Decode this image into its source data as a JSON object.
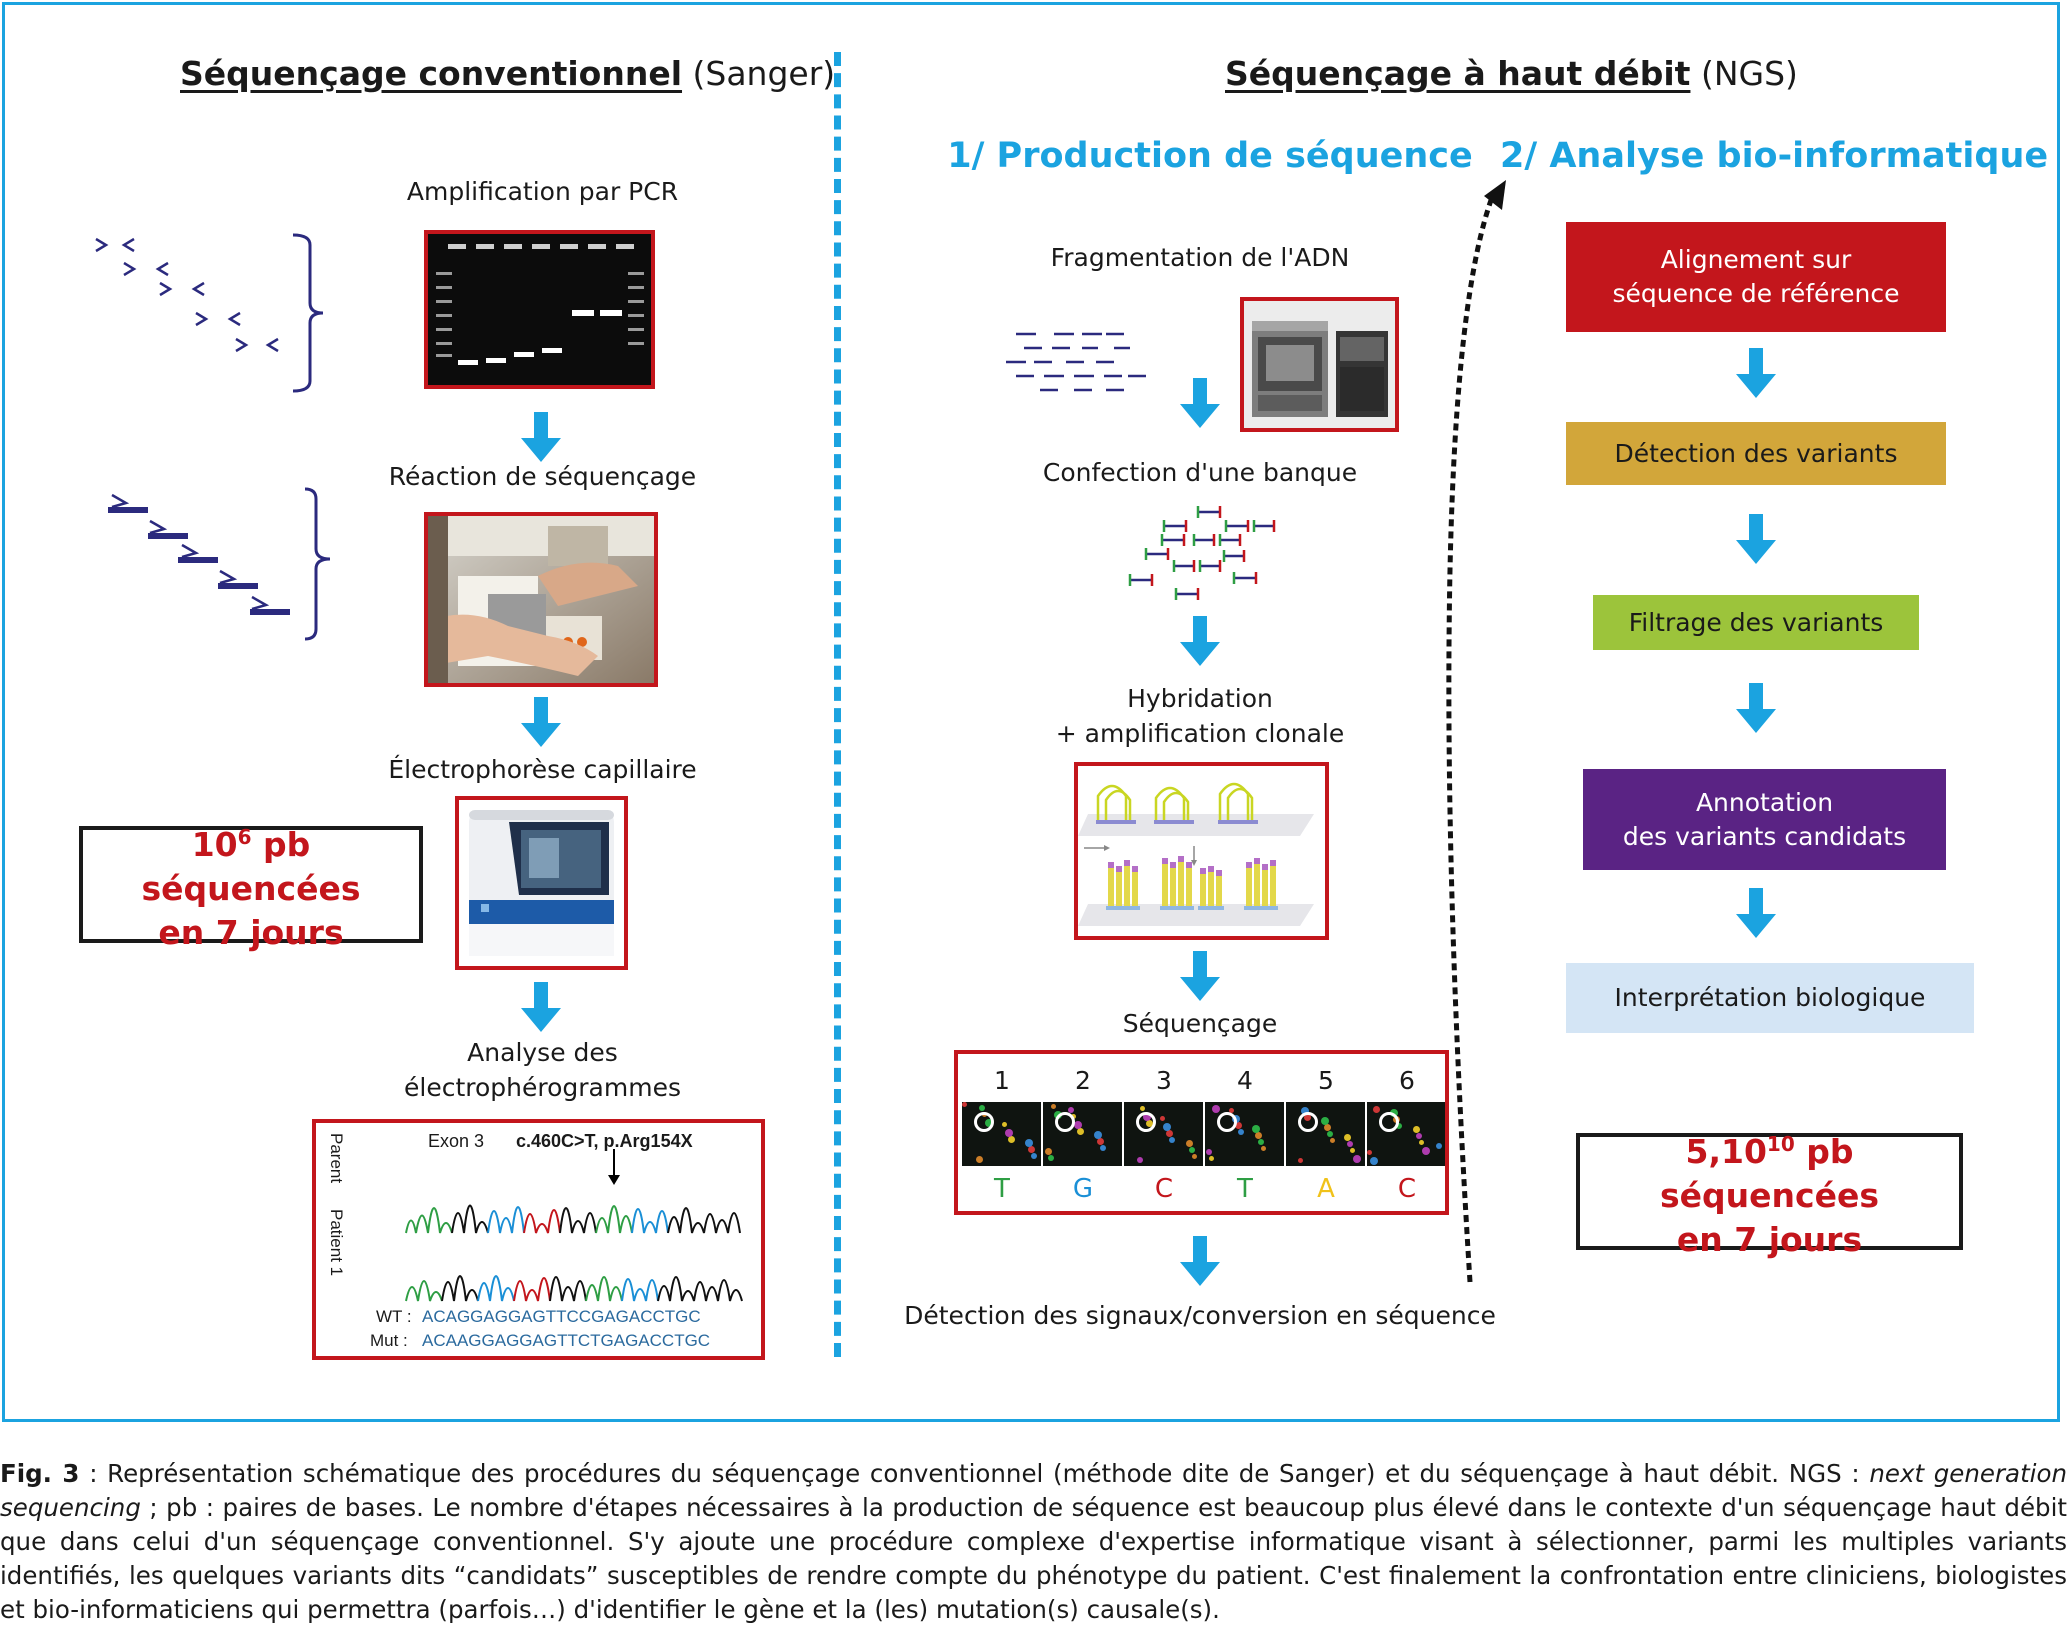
{
  "colors": {
    "accent_blue": "#1ba3e0",
    "accent_red": "#c3161c",
    "navy": "#2b2a7e",
    "step_red": "#c3161c",
    "step_gold": "#d2a63a",
    "step_green": "#9cc43b",
    "step_purple": "#5a2384",
    "step_lightblue": "#d4e5f5"
  },
  "sanger": {
    "title_bold": "Séquençage conventionnel",
    "title_rest": "(Sanger)",
    "pcr_label": "Amplification par PCR",
    "reaction_label": "Réaction de séquençage",
    "electro_label": "Électrophorèse capillaire",
    "analysis_label_1": "Analyse des",
    "analysis_label_2": "électrophérogrammes",
    "throughput": {
      "base": "10",
      "exp": "6",
      "unit": " pb séquencées",
      "line2": "en 7 jours"
    },
    "electropherogram": {
      "exon": "Exon 3",
      "mutation": "c.460C>T, p.Arg154X",
      "parent": "Parent",
      "patient": "Patient 1",
      "wt_label": "WT :",
      "wt_seq": "ACAGGAGGAGTTCCGAGACCTGC",
      "mut_label": "Mut :",
      "mut_seq": "ACAAGGAGGAGTTCTGAGACCTGC"
    }
  },
  "ngs": {
    "title_bold": "Séquençage à haut débit",
    "title_rest": "(NGS)",
    "production_title": "1/ Production de séquence",
    "frag_label": "Fragmentation de l'ADN",
    "library_label": "Confection d'une banque",
    "hybrid_label_1": "Hybridation",
    "hybrid_label_2": "+ amplification clonale",
    "seq_label": "Séquençage",
    "cycles": [
      "1",
      "2",
      "3",
      "4",
      "5",
      "6"
    ],
    "bases": [
      {
        "letter": "T",
        "color": "#2e9e44"
      },
      {
        "letter": "G",
        "color": "#1a8fd6"
      },
      {
        "letter": "C",
        "color": "#c3161c"
      },
      {
        "letter": "T",
        "color": "#2e9e44"
      },
      {
        "letter": "A",
        "color": "#f0c21a"
      },
      {
        "letter": "C",
        "color": "#c3161c"
      }
    ],
    "detection_label": "Détection des signaux/conversion en séquence"
  },
  "bioinfo": {
    "title": "2/ Analyse bio-informatique",
    "steps": [
      {
        "line1": "Alignement sur",
        "line2": "séquence de référence"
      },
      {
        "line1": "Détection des variants",
        "line2": ""
      },
      {
        "line1": "Filtrage des variants",
        "line2": ""
      },
      {
        "line1": "Annotation",
        "line2": "des variants candidats"
      },
      {
        "line1": "Interprétation biologique",
        "line2": ""
      }
    ],
    "throughput": {
      "base": "5,10",
      "exp": "10",
      "unit": " pb séquencées",
      "line2": "en 7 jours"
    }
  },
  "caption": {
    "figlabel": "Fig. 3",
    "text_1": " : Représentation schématique des procédures du séquençage conventionnel (méthode dite de Sanger) et du séquençage à haut débit. NGS : ",
    "italic": "next generation sequencing",
    "text_2": " ; pb : paires de bases. Le nombre d'étapes nécessaires à la production de séquence est beaucoup plus élevé dans le contexte d'un séquençage haut débit que dans celui d'un séquençage conventionnel. S'y ajoute une procédure complexe d'expertise informatique visant à sélectionner, parmi les multiples variants identifiés, les quelques variants dits “candidats” susceptibles de rendre compte du phénotype du patient. C'est finalement la confrontation entre cliniciens, biologistes et bio-informaticiens qui permettra (parfois…) d'identifier le gène et la (les) mutation(s) causale(s)."
  }
}
